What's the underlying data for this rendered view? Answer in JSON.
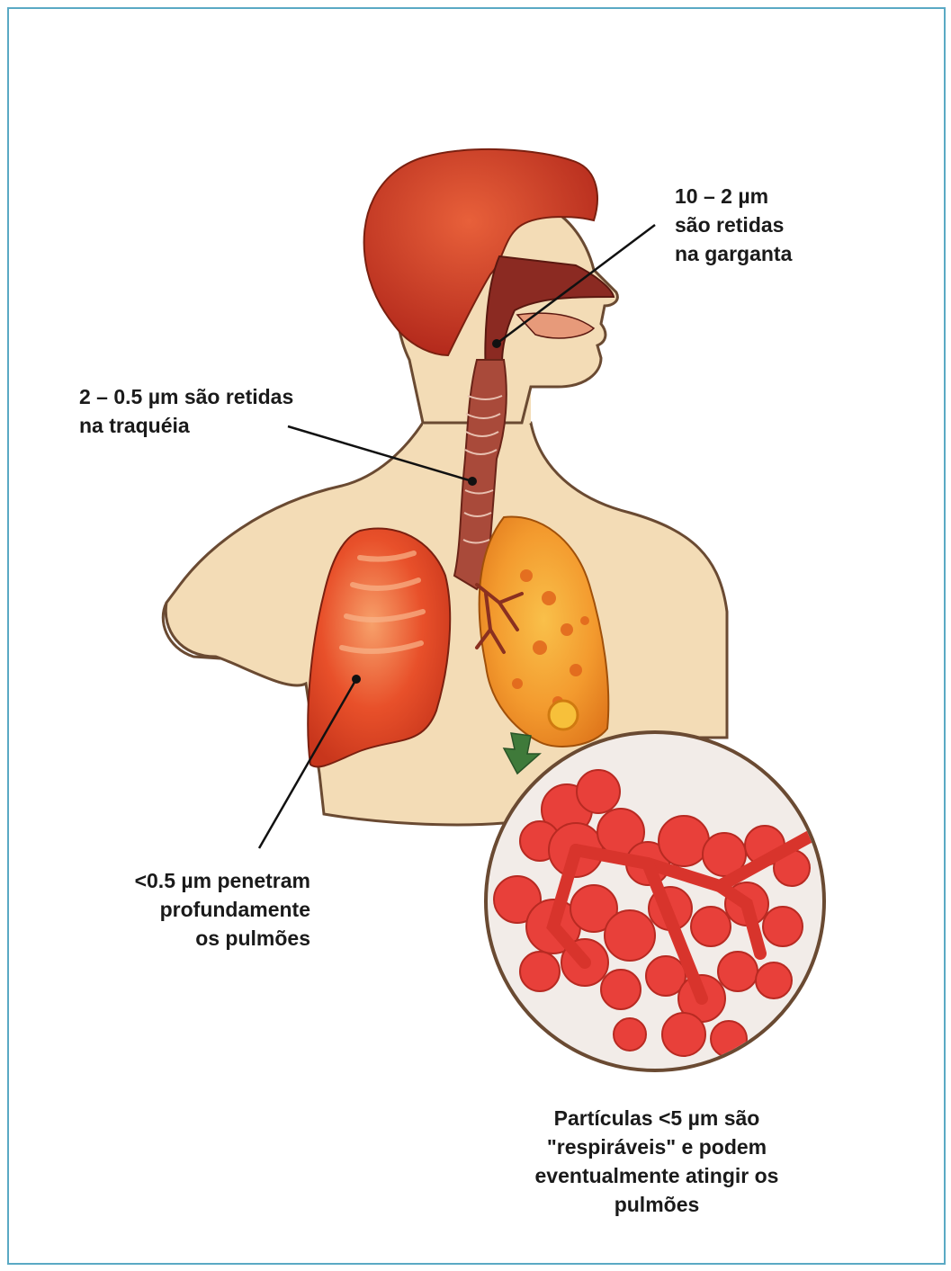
{
  "colors": {
    "frame_border": "#5aa9c4",
    "skin": "#f3dcb6",
    "skin_outline": "#6a4a32",
    "hair": "#c8321c",
    "lung_left": "#e8502a",
    "lung_right": "#f39a2e",
    "trachea": "#a94a3a",
    "alveoli": "#e8403a",
    "leader_line": "#111111",
    "arrow": "#3f7a3a"
  },
  "labels": {
    "throat": "10 – 2 µm\nsão retidas\nna garganta",
    "trachea": "2 – 0.5 µm são retidas\nna traquéia",
    "lungs": "<0.5 µm penetram\nprofundamente\nos pulmões",
    "respirable": "Partículas <5 µm são\n\"respiráveis\" e podem\neventualmente atingir os\npulmões"
  }
}
